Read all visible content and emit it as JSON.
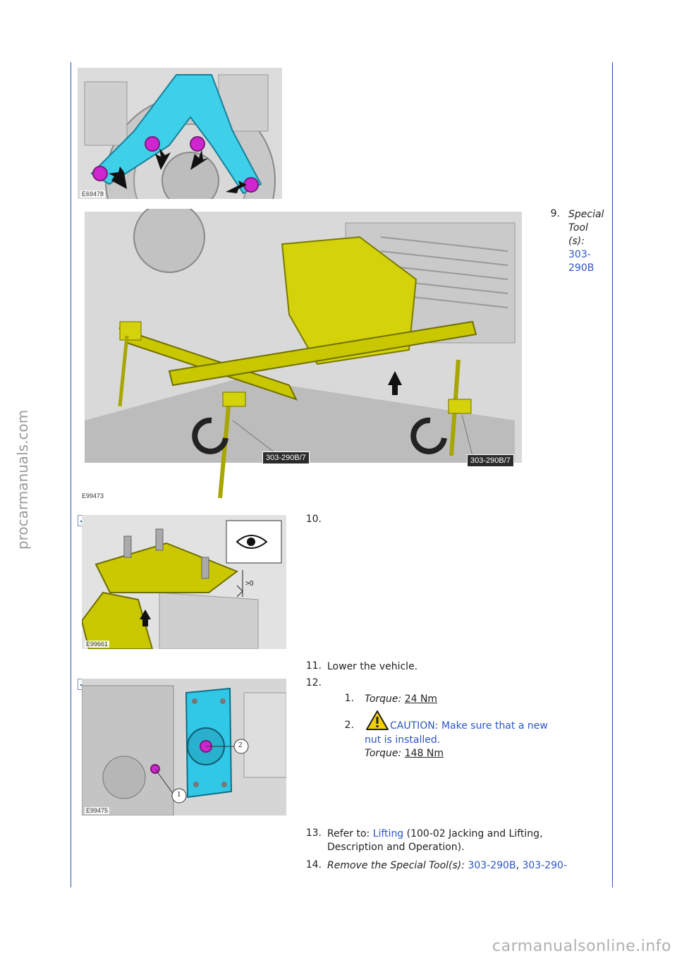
{
  "watermarks": {
    "side": "procarmanuals.com",
    "bottom": "carmanualsonline.info"
  },
  "figures": [
    {
      "id": "E69478"
    },
    {
      "id": "E99473",
      "callouts": [
        "303-290B/7",
        "303-290B/7"
      ]
    },
    {
      "id": "E99661",
      "detail_label": ">0"
    },
    {
      "id": "E99475",
      "callouts": [
        "1",
        "2"
      ]
    }
  ],
  "steps": {
    "s9": {
      "num": "9.",
      "label_lines": [
        "Special",
        "Tool",
        "(s):"
      ],
      "link_lines": [
        "303-",
        "290B"
      ]
    },
    "s10": {
      "num": "10."
    },
    "s11": {
      "num": "11.",
      "text": "Lower the vehicle."
    },
    "s12": {
      "num": "12.",
      "sub1": {
        "num": "1.",
        "label": "Torque:",
        "value": "24 Nm"
      },
      "sub2": {
        "num": "2.",
        "caution_line1": "CAUTION: Make sure that a new",
        "caution_line2": "nut is installed.",
        "label": "Torque:",
        "value": "148 Nm"
      }
    },
    "s13": {
      "num": "13.",
      "prefix": "Refer to:",
      "link": "Lifting",
      "rest_line1": "(100-02 Jacking and Lifting,",
      "rest_line2": "Description and Operation)."
    },
    "s14": {
      "num": "14.",
      "label": "Remove the Special Tool(s):",
      "link1": "303-290B",
      "sep": ",",
      "link2": "303-290-"
    }
  }
}
